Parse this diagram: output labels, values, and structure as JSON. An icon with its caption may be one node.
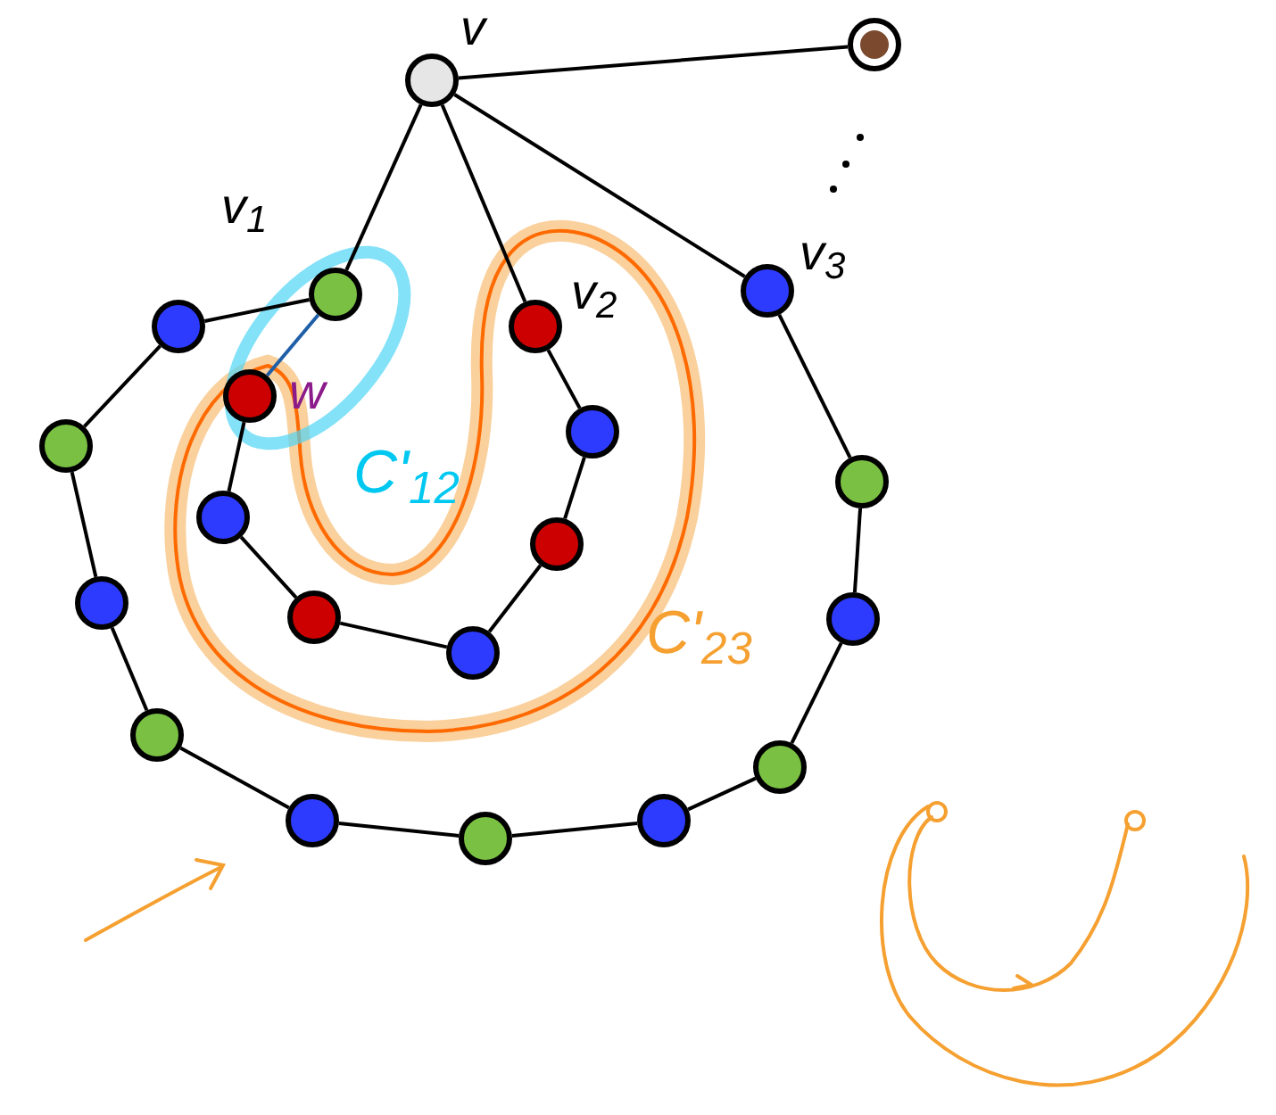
{
  "diagram": {
    "nodes": [
      {
        "text": [],
        "shape": "circle",
        "beside": [
          "v"
        ]
      },
      {
        "text": [],
        "shape": "circle"
      },
      {
        "text": [],
        "shape": "circle",
        "beside": [
          "v$_{1}$"
        ]
      },
      {
        "text": [],
        "shape": "circle",
        "beside": [
          "v$_{2}$"
        ]
      },
      {
        "text": [],
        "shape": "circle",
        "beside": [
          "v$_{3}$"
        ]
      },
      {
        "text": [],
        "shape": "circle"
      },
      {
        "text": [],
        "shape": "circle"
      },
      {
        "text": [],
        "shape": "circle"
      },
      {
        "text": [],
        "shape": "circle"
      },
      {
        "text": [],
        "shape": "circle"
      },
      {
        "text": [],
        "shape": "circle"
      },
      {
        "text": [],
        "shape": "circle"
      },
      {
        "text": [],
        "shape": "circle"
      },
      {
        "text": [],
        "shape": "circle"
      },
      {
        "text": [],
        "shape": "circle"
      },
      {
        "text": [],
        "shape": "circle",
        "beside": [
          "w"
        ]
      },
      {
        "text": [],
        "shape": "circle"
      },
      {
        "text": [],
        "shape": "circle"
      },
      {
        "text": [],
        "shape": "circle"
      },
      {
        "text": [],
        "shape": "circle"
      },
      {
        "text": [],
        "shape": "circle"
      }
    ],
    "edges": [
      {
        "from": 0,
        "to": 1,
        "arrow": "none"
      },
      {
        "from": 0,
        "to": 2,
        "arrow": "none"
      },
      {
        "from": 0,
        "to": 3,
        "arrow": "none"
      },
      {
        "from": 0,
        "to": 4,
        "arrow": "none"
      },
      {
        "from": 2,
        "to": 5,
        "arrow": "none"
      },
      {
        "from": 5,
        "to": 6,
        "arrow": "none"
      },
      {
        "from": 6,
        "to": 7,
        "arrow": "none"
      },
      {
        "from": 7,
        "to": 8,
        "arrow": "none"
      },
      {
        "from": 8,
        "to": 9,
        "arrow": "none"
      },
      {
        "from": 9,
        "to": 10,
        "arrow": "none"
      },
      {
        "from": 10,
        "to": 11,
        "arrow": "none"
      },
      {
        "from": 11,
        "to": 12,
        "arrow": "none"
      },
      {
        "from": 12,
        "to": 13,
        "arrow": "none"
      },
      {
        "from": 13,
        "to": 14,
        "arrow": "none"
      },
      {
        "from": 14,
        "to": 4,
        "arrow": "none"
      },
      {
        "from": 2,
        "to": 15,
        "arrow": "none",
        "color": "#1f5fa8"
      },
      {
        "from": 15,
        "to": 16,
        "arrow": "none"
      },
      {
        "from": 16,
        "to": 17,
        "arrow": "none"
      },
      {
        "from": 17,
        "to": 18,
        "arrow": "none"
      },
      {
        "from": 18,
        "to": 19,
        "arrow": "none"
      },
      {
        "from": 19,
        "to": 20,
        "arrow": "none"
      },
      {
        "from": 20,
        "to": 3,
        "arrow": "none"
      }
    ],
    "labels": [
      "C'$_{12}$",
      "C'$_{23}$"
    ]
  }
}
